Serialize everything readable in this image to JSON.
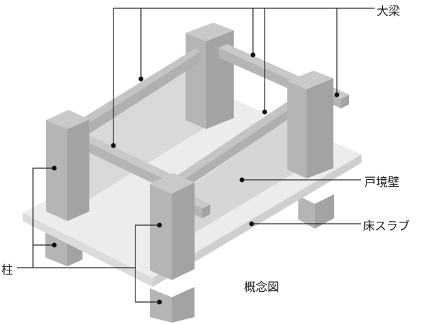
{
  "labels": {
    "main_beam": "大梁",
    "partition_wall": "戸境壁",
    "floor_slab": "床スラブ",
    "column": "柱",
    "caption": "概念図"
  },
  "colors": {
    "slab_top": "#ececec",
    "slab_side": "#d6d6d6",
    "wall": "#d9d9d9",
    "column_front": "#b5b5b5",
    "column_side": "#a3a3a3",
    "column_top": "#c9c9c9",
    "line": "#222222"
  }
}
